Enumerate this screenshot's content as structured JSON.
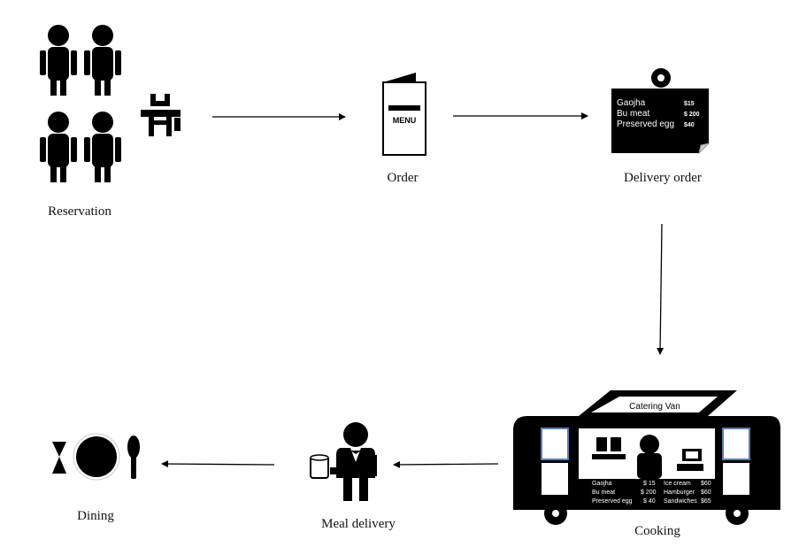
{
  "steps": {
    "reservation": "Reservation",
    "order": "Order",
    "delivery_order": "Delivery order",
    "cooking": "Cooking",
    "meal_delivery": "Meal delivery",
    "dining": "Dining"
  },
  "menu_card": {
    "label": "MENU"
  },
  "delivery_board": {
    "items": [
      {
        "name": "Gaojha",
        "price": "$15"
      },
      {
        "name": "Bu meat",
        "price": "$ 200"
      },
      {
        "name": "Preserved egg",
        "price": "$40"
      }
    ]
  },
  "van": {
    "sign": "Catering Van",
    "menu_left": [
      {
        "name": "Gaojha",
        "price": "$ 15"
      },
      {
        "name": "Bu meat",
        "price": "$ 200"
      },
      {
        "name": "Preserved egg",
        "price": "$ 40"
      }
    ],
    "menu_right": [
      {
        "name": "Ice cream",
        "price": "$60"
      },
      {
        "name": "Hamburger",
        "price": "$60"
      },
      {
        "name": "Sandwiches",
        "price": "$65"
      }
    ]
  },
  "colors": {
    "ink": "#000000",
    "window_border": "#5b7fb5",
    "background": "#ffffff"
  }
}
